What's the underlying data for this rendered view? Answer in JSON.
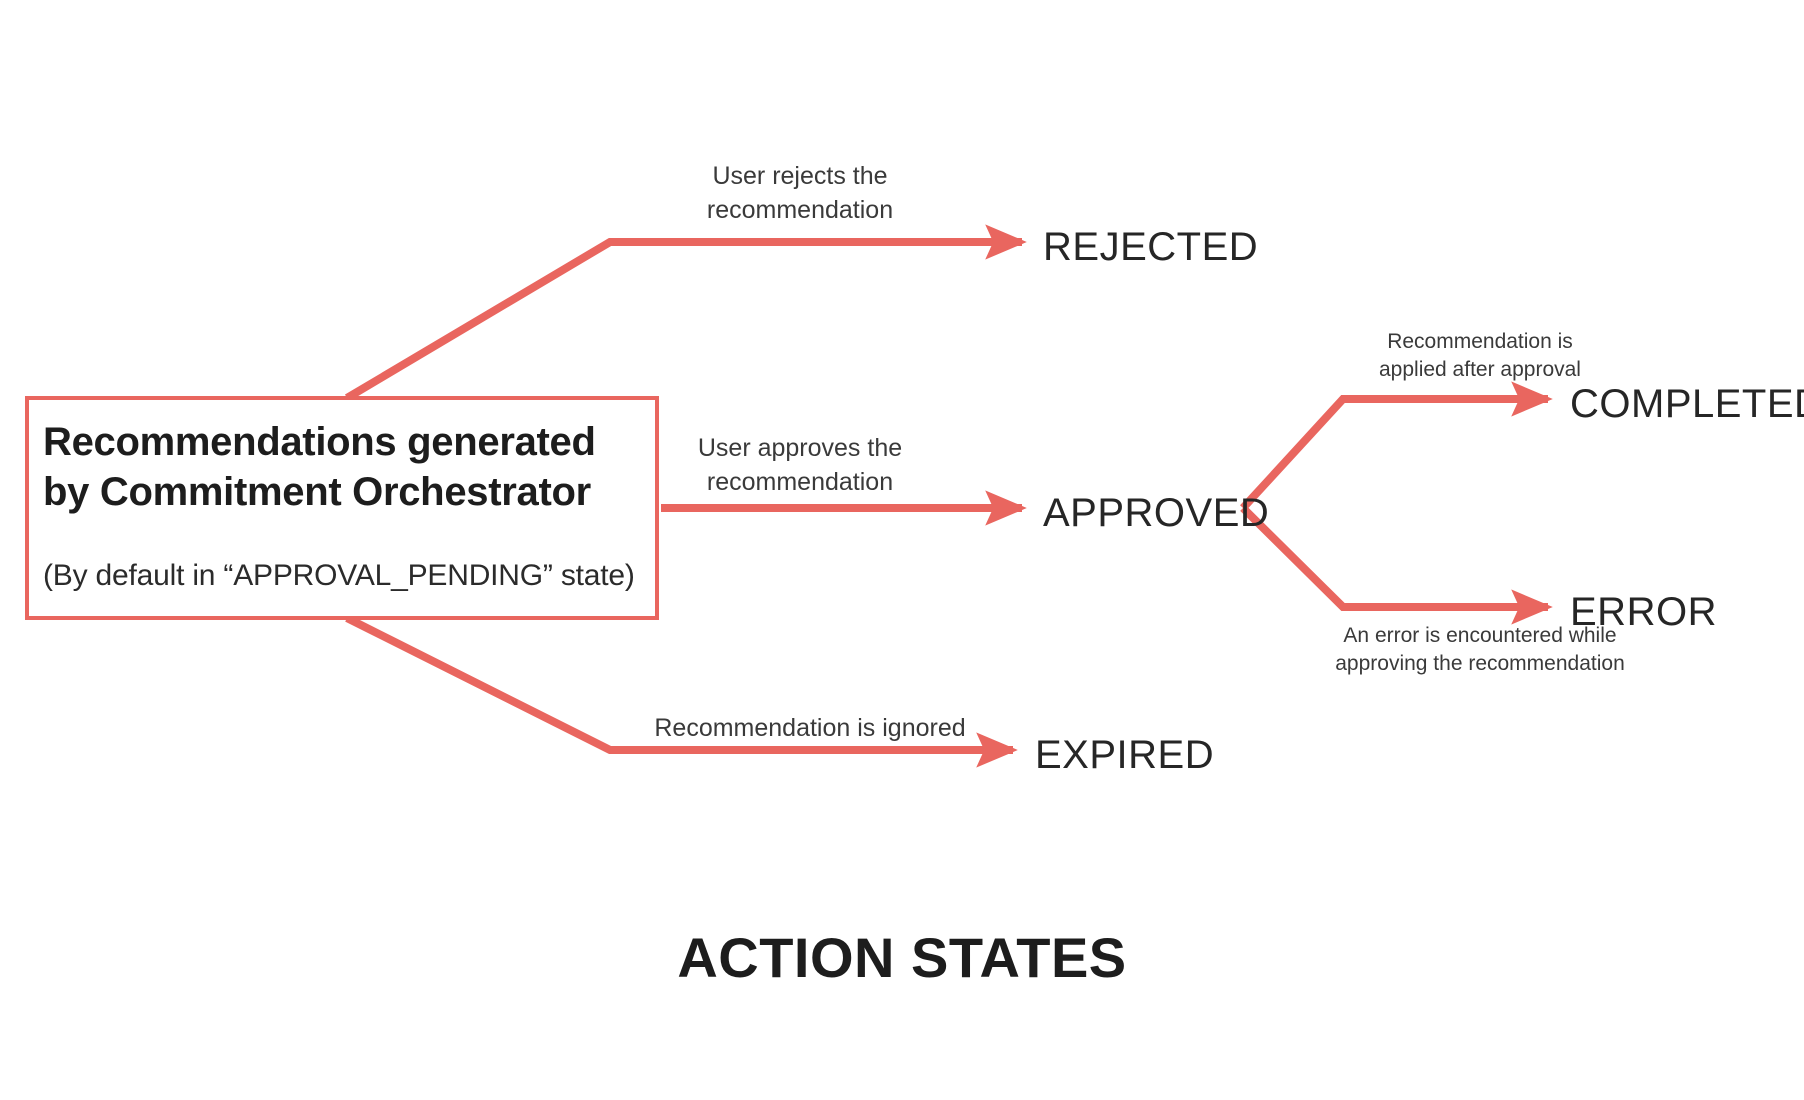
{
  "diagram": {
    "title": "ACTION STATES",
    "accent_color": "#E9665F",
    "text_color": "#262626",
    "background": "#ffffff",
    "type": "state-flow"
  },
  "source": {
    "title": "Recommendations generated by Commitment Orchestrator",
    "subtitle": "(By default in “APPROVAL_PENDING” state)",
    "default_state": "APPROVAL_PENDING"
  },
  "states": {
    "rejected": "REJECTED",
    "approved": "APPROVED",
    "expired": "EXPIRED",
    "completed": "COMPLETED",
    "error": "ERROR"
  },
  "transitions": [
    {
      "id": "to-rejected",
      "from": "Recommendations generated by Commitment Orchestrator",
      "to": "REJECTED",
      "label": "User rejects the\nrecommendation"
    },
    {
      "id": "to-approved",
      "from": "Recommendations generated by Commitment Orchestrator",
      "to": "APPROVED",
      "label": "User approves the\nrecommendation"
    },
    {
      "id": "to-expired",
      "from": "Recommendations generated by Commitment Orchestrator",
      "to": "EXPIRED",
      "label": "Recommendation is ignored"
    },
    {
      "id": "to-completed",
      "from": "APPROVED",
      "to": "COMPLETED",
      "label": "Recommendation is\napplied after approval"
    },
    {
      "id": "to-error",
      "from": "APPROVED",
      "to": "ERROR",
      "label": "An error is encountered while\napproving the recommendation"
    }
  ]
}
